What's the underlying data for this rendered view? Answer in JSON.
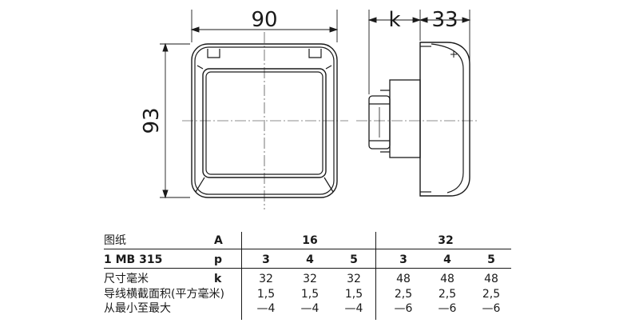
{
  "dimensions": {
    "width": "90",
    "height": "93",
    "depth_k": "k",
    "depth": "33"
  },
  "table": {
    "row_labels": {
      "drawing": "图纸",
      "drawing_no": "1 MB 315",
      "size_mm": "尺寸毫米",
      "wire_cross_section": "导线横截面积(平方毫米)",
      "min_max": "从最小至最大"
    },
    "symbols": {
      "A": "A",
      "p": "p",
      "k": "k"
    },
    "groups": [
      {
        "A": "16",
        "columns": [
          {
            "p": "3",
            "k": "32",
            "wire_min": "1,5",
            "wire_max": "—4"
          },
          {
            "p": "4",
            "k": "32",
            "wire_min": "1,5",
            "wire_max": "—4"
          },
          {
            "p": "5",
            "k": "32",
            "wire_min": "1,5",
            "wire_max": "—4"
          }
        ]
      },
      {
        "A": "32",
        "columns": [
          {
            "p": "3",
            "k": "48",
            "wire_min": "2,5",
            "wire_max": "—6"
          },
          {
            "p": "4",
            "k": "48",
            "wire_min": "2,5",
            "wire_max": "—6"
          },
          {
            "p": "5",
            "k": "48",
            "wire_min": "2,5",
            "wire_max": "—6"
          }
        ]
      }
    ]
  }
}
